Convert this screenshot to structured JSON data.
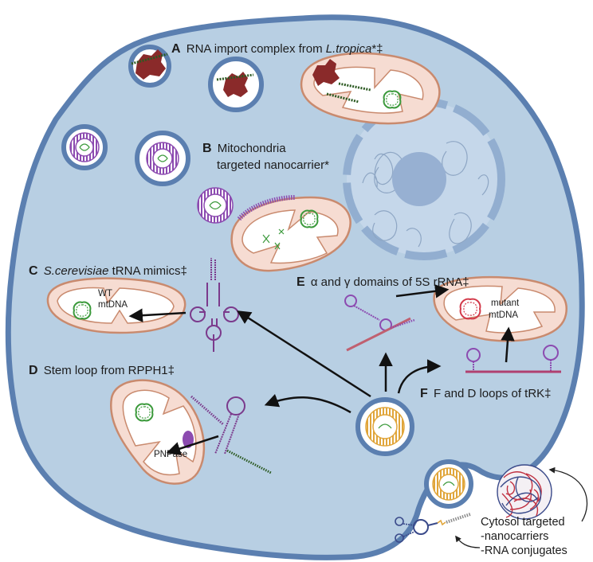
{
  "labels": {
    "A": {
      "letter": "A",
      "text": "RNA import complex from ",
      "italic": "L.tropica",
      "suffix": "*‡"
    },
    "B": {
      "letter": "B",
      "line1": "Mitochondria",
      "line2": "targeted nanocarrier*"
    },
    "C": {
      "letter": "C",
      "italic": "S.cerevisiae",
      "text": " tRNA mimics‡"
    },
    "D": {
      "letter": "D",
      "text": "Stem loop from RPPH1‡"
    },
    "E": {
      "letter": "E",
      "text": "α and γ domains of 5S rRNA‡"
    },
    "F": {
      "letter": "F",
      "text": "F and D loops of tRK‡"
    }
  },
  "mito_labels": {
    "wt_line1": "WT",
    "wt_line2": "mtDNA",
    "mut_line1": "mutant",
    "mut_line2": "mtDNA",
    "pnpase": "PNPase"
  },
  "cytosol": {
    "line1": "Cytosol targeted",
    "line2": "-nanocarriers",
    "line3": "-RNA conjugates"
  },
  "colors": {
    "cell_fill": "#b8cfe3",
    "cell_border": "#5b7fb0",
    "mito_outer": "#f6dcd2",
    "mito_border": "#c98a6e",
    "mtdna": "#3c9a3c",
    "mutant_mtdna": "#d33a4a",
    "rna_purple": "#7b3a8c",
    "nanocarrier_purple": "#8c4bb0",
    "nanocarrier_gold": "#e0a53a",
    "protein_red": "#8a2a2a"
  }
}
